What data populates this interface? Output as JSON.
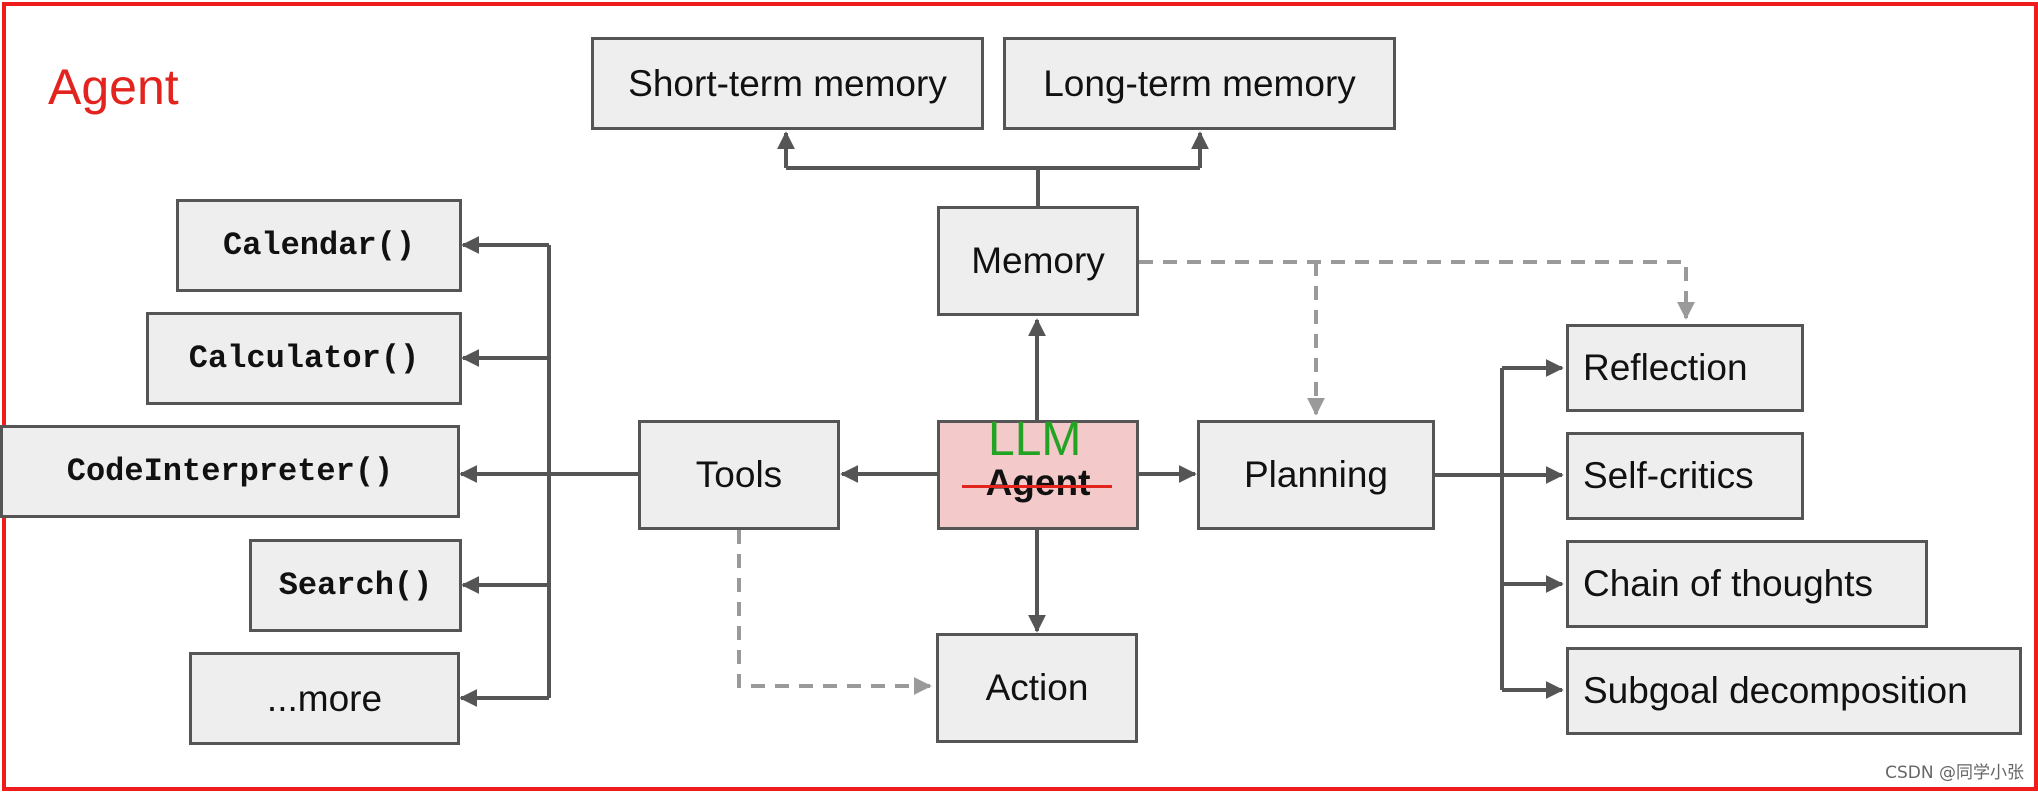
{
  "title": "Agent",
  "llm_label": "LLM",
  "nodes": {
    "agent": "Agent",
    "memory": "Memory",
    "short_term_memory": "Short-term memory",
    "long_term_memory": "Long-term memory",
    "tools": "Tools",
    "planning": "Planning",
    "action": "Action",
    "calendar": "Calendar()",
    "calculator": "Calculator()",
    "code_interpreter": "CodeInterpreter()",
    "search": "Search()",
    "more": "...more",
    "reflection": "Reflection",
    "self_critics": "Self-critics",
    "chain_of_thoughts": "Chain of thoughts",
    "subgoal_decomposition": "Subgoal decomposition"
  },
  "colors": {
    "frame": "#ee1c1c",
    "title": "#e3231d",
    "llm": "#22a324",
    "agent_fill": "#f3c9c9",
    "box_fill": "#eeeeee",
    "arrow": "#555555",
    "dashed_arrow": "#9a9a9a"
  },
  "watermark": "CSDN @同学小张"
}
